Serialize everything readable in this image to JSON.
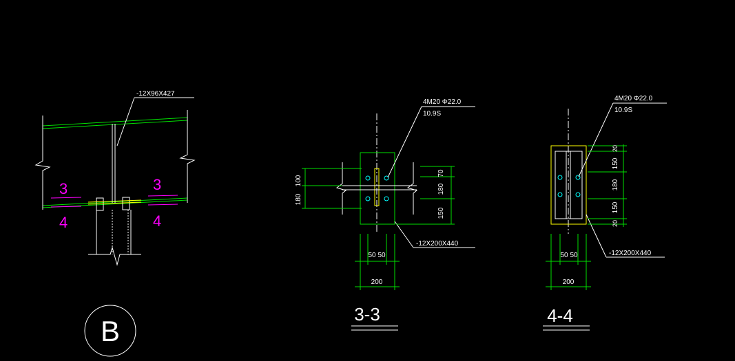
{
  "drawing": {
    "left_detail": {
      "plate_callout": "-12X96X427",
      "section_mark_left_top": "3",
      "section_mark_left_bottom": "4",
      "section_mark_right_top": "3",
      "section_mark_right_bottom": "4"
    },
    "section_3_3": {
      "title": "3-3",
      "bolt_callout_line1": "4M20  Φ22.0",
      "bolt_callout_line2": "10.9S",
      "plate_callout": "-12X200X440",
      "dims_left_100": "100",
      "dims_left_180": "180",
      "dims_right_70": "70",
      "dims_right_180": "180",
      "dims_right_150": "150",
      "dims_bottom_50a": "50",
      "dims_bottom_50b": "50",
      "dims_bottom_200": "200"
    },
    "section_4_4": {
      "title": "4-4",
      "bolt_callout_line1": "4M20  Φ22.0",
      "bolt_callout_line2": "10.9S",
      "plate_callout": "-12X200X440",
      "dims_right_20a": "20",
      "dims_right_150a": "150",
      "dims_right_180": "180",
      "dims_right_150b": "150",
      "dims_right_20b": "20",
      "dims_bottom_50a": "50",
      "dims_bottom_50b": "50",
      "dims_bottom_200": "200"
    },
    "axis_bubble": "B"
  },
  "colors": {
    "background": "#000000",
    "green": "#00e000",
    "white": "#ffffff",
    "yellow": "#ffff00",
    "magenta": "#ff00ff",
    "cyan": "#00ffff"
  }
}
